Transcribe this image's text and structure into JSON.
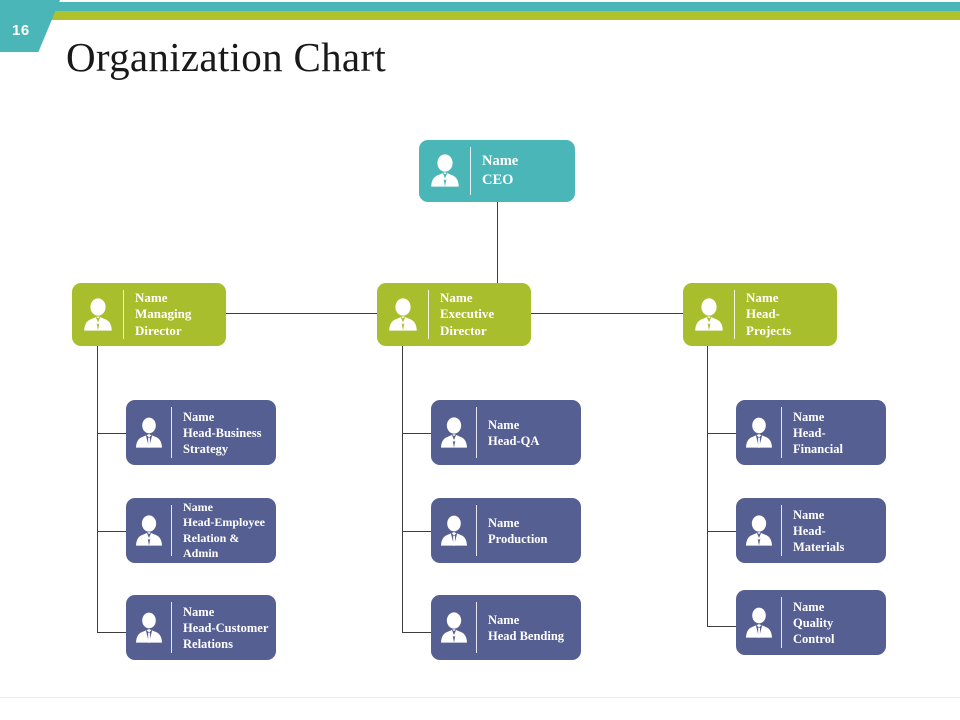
{
  "slide": {
    "number": "16",
    "title": "Organization Chart",
    "accent_teal": "#4AB6B8",
    "accent_olive": "#A8BE2C",
    "accent_slate": "#565F91"
  },
  "chart_data": {
    "type": "diagram",
    "title": "Organization Chart",
    "levels": 3,
    "nodes": [
      {
        "id": "ceo",
        "level": 1,
        "color": "#4AB6B8",
        "icon": "person-female-icon",
        "lines": [
          "Name",
          "CEO"
        ]
      },
      {
        "id": "managing-director",
        "level": 2,
        "color": "#A8BE2C",
        "icon": "person-female-icon",
        "lines": [
          "Name",
          "Managing",
          "Director"
        ]
      },
      {
        "id": "executive-director",
        "level": 2,
        "color": "#A8BE2C",
        "icon": "person-female-icon",
        "lines": [
          "Name",
          "Executive",
          "Director"
        ]
      },
      {
        "id": "head-projects",
        "level": 2,
        "color": "#A8BE2C",
        "icon": "person-female-icon",
        "lines": [
          "Name",
          "Head-",
          "Projects"
        ]
      },
      {
        "id": "head-business-strategy",
        "level": 3,
        "parent": "managing-director",
        "color": "#565F91",
        "icon": "person-male-icon",
        "lines": [
          "Name",
          "Head-Business",
          "Strategy"
        ]
      },
      {
        "id": "head-employee-relation-admin",
        "level": 3,
        "parent": "managing-director",
        "color": "#565F91",
        "icon": "person-female-icon",
        "lines": [
          "Name",
          "Head-Employee",
          "Relation &",
          "Admin"
        ]
      },
      {
        "id": "head-customer-relations",
        "level": 3,
        "parent": "managing-director",
        "color": "#565F91",
        "icon": "person-male-icon",
        "lines": [
          "Name",
          "Head-Customer",
          "Relations"
        ]
      },
      {
        "id": "head-qa",
        "level": 3,
        "parent": "executive-director",
        "color": "#565F91",
        "icon": "person-female-icon",
        "lines": [
          "Name",
          "Head-QA"
        ]
      },
      {
        "id": "production",
        "level": 3,
        "parent": "executive-director",
        "color": "#565F91",
        "icon": "person-male-icon",
        "lines": [
          "Name",
          "Production"
        ]
      },
      {
        "id": "head-bending",
        "level": 3,
        "parent": "executive-director",
        "color": "#565F91",
        "icon": "person-female-icon",
        "lines": [
          "Name",
          "Head Bending"
        ]
      },
      {
        "id": "head-financial",
        "level": 3,
        "parent": "head-projects",
        "color": "#565F91",
        "icon": "person-male-icon",
        "lines": [
          "Name",
          "Head-",
          "Financial"
        ]
      },
      {
        "id": "head-materials",
        "level": 3,
        "parent": "head-projects",
        "color": "#565F91",
        "icon": "person-female-icon",
        "lines": [
          "Name",
          "Head-",
          "Materials"
        ]
      },
      {
        "id": "quality-control",
        "level": 3,
        "parent": "head-projects",
        "color": "#565F91",
        "icon": "person-male-icon",
        "lines": [
          "Name",
          "Quality",
          "Control"
        ]
      }
    ]
  }
}
